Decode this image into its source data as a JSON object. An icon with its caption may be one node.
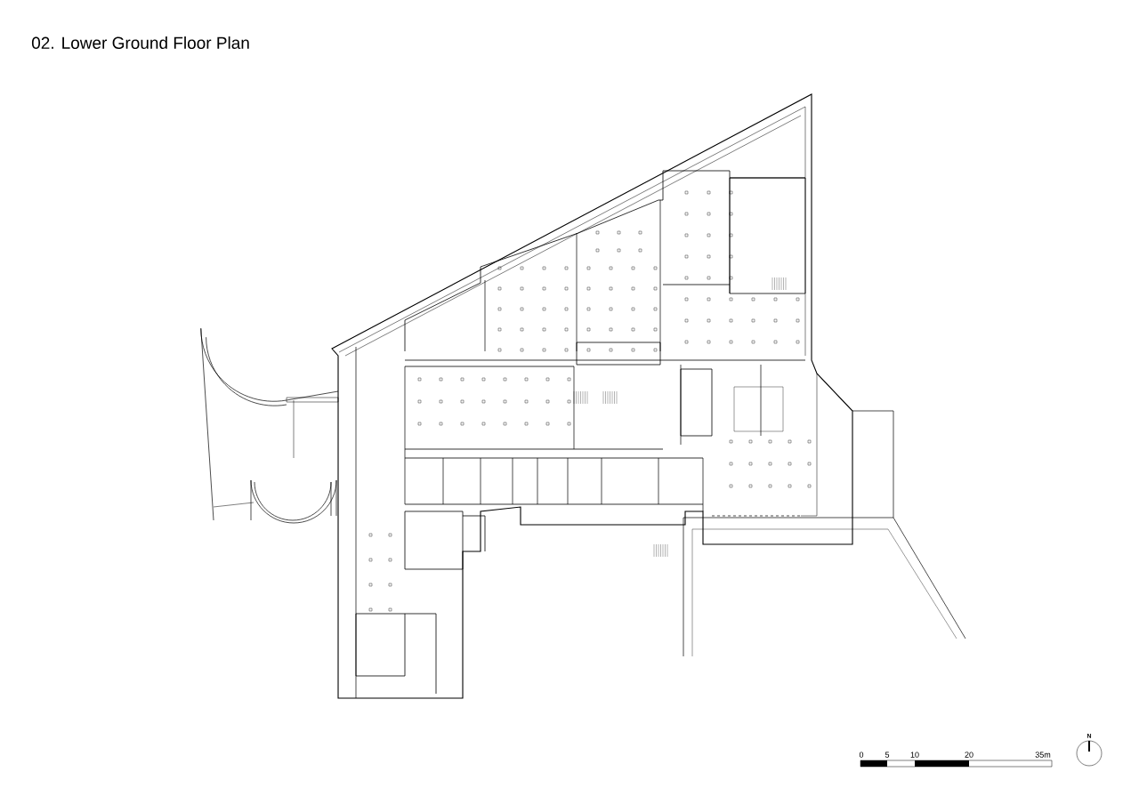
{
  "diagram": {
    "title": "02. Lower Ground Floor Plan",
    "labels": [
      "0",
      "5",
      "10",
      "20",
      "35m",
      "N"
    ]
  }
}
